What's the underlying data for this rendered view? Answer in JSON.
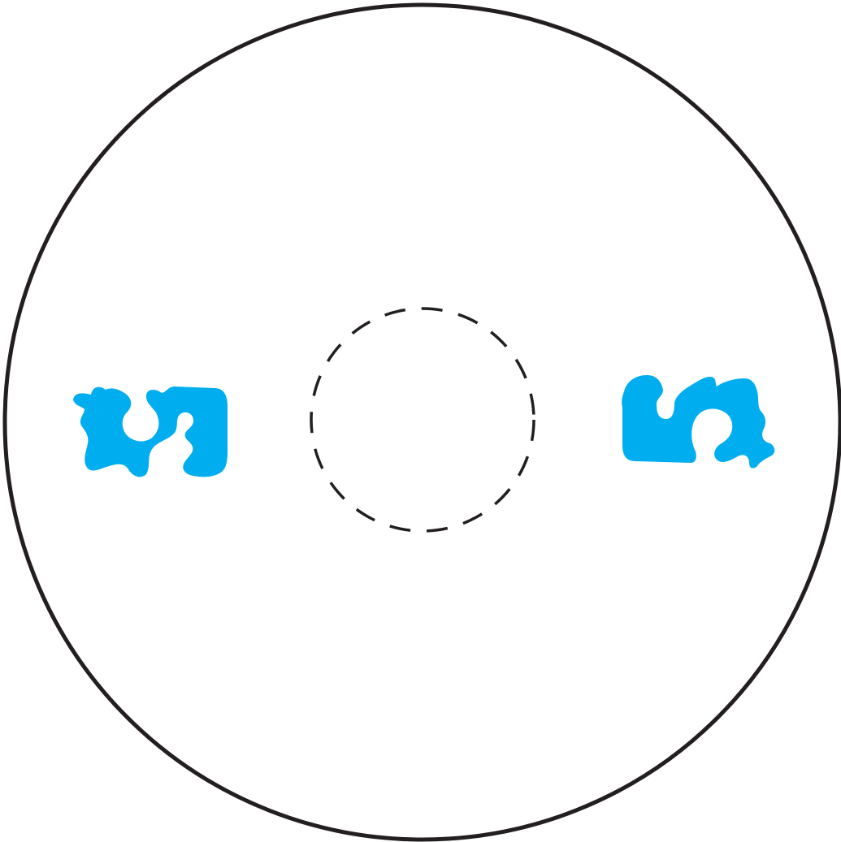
{
  "diagram": {
    "background": "#ffffff",
    "outer_circle": {
      "stroke": "#231f20",
      "fill": "#ffffff",
      "style": "solid"
    },
    "center_circle": {
      "stroke": "#231f20",
      "fill": "none",
      "style": "dashed"
    },
    "shapes": [
      {
        "name": "left-blob",
        "icon": "puzzle-blob-icon",
        "color": "#00aeef"
      },
      {
        "name": "right-blob",
        "icon": "puzzle-blob-icon",
        "color": "#00aeef"
      }
    ]
  }
}
